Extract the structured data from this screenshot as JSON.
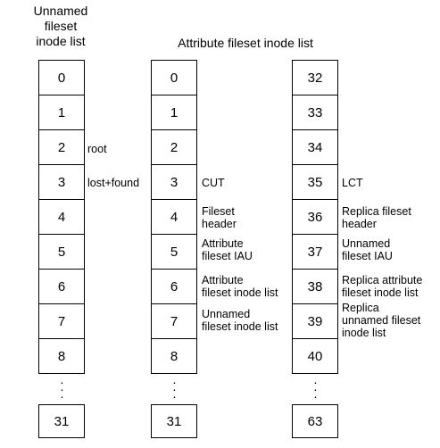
{
  "titles": {
    "unnamed": [
      "Unnamed",
      "fileset",
      "inode list"
    ],
    "attribute": "Attribute fileset inode list"
  },
  "columns": {
    "unnamed": [
      "0",
      "1",
      "2",
      "3",
      "4",
      "5",
      "6",
      "7",
      "8"
    ],
    "attribute": [
      "0",
      "1",
      "2",
      "3",
      "4",
      "5",
      "6",
      "7",
      "8"
    ],
    "attribute_high": [
      "32",
      "33",
      "34",
      "35",
      "36",
      "37",
      "38",
      "39",
      "40"
    ]
  },
  "ellipsis": ".\n.\n.",
  "last": {
    "unnamed": "31",
    "attribute": "31",
    "attribute_high": "63"
  },
  "labels": {
    "unnamed": {
      "root": "root",
      "lost_found": "lost+found"
    },
    "attribute": {
      "cut": "CUT",
      "fileset_header": [
        "Fileset",
        "header"
      ],
      "attribute_iau": [
        "Attribute",
        "fileset IAU"
      ],
      "attribute_inode_list": [
        "Attribute",
        "fileset inode list"
      ],
      "unnamed_inode_list": [
        "Unnamed",
        "fileset inode list"
      ]
    },
    "attribute_high": {
      "lct": "LCT",
      "replica_header": [
        "Replica fileset",
        "header"
      ],
      "unnamed_iau": [
        "Unnamed",
        "fileset IAU"
      ],
      "replica_attr_inode_list": [
        "Replica attribute",
        "fileset inode list"
      ],
      "replica_unnamed_inode_list": [
        "Replica",
        "unnamed fileset",
        "inode list"
      ]
    }
  }
}
